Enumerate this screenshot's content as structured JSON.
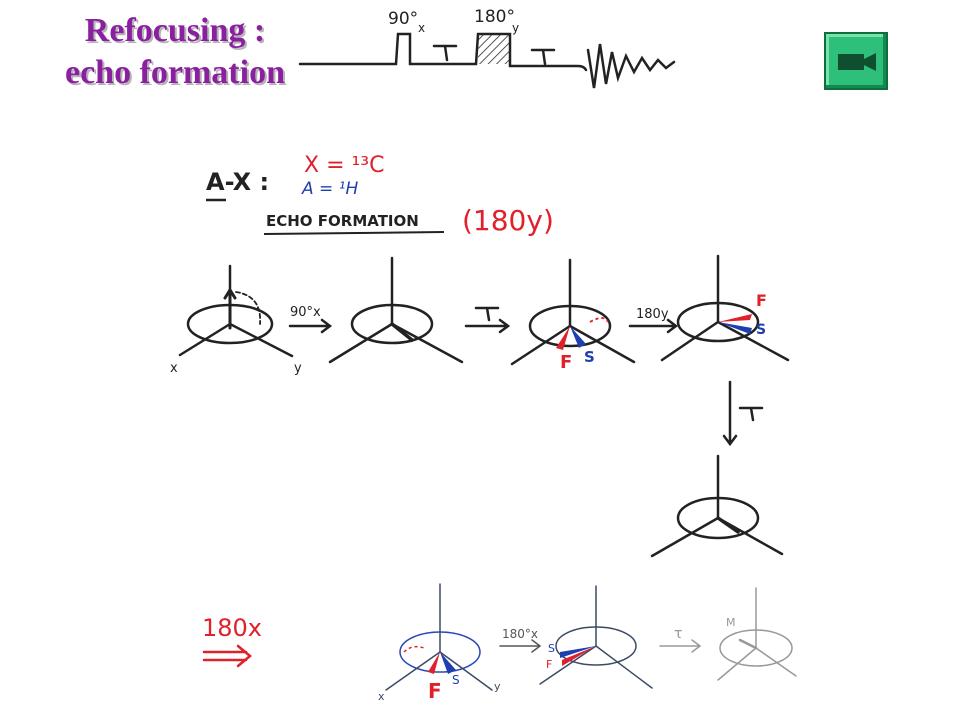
{
  "title": {
    "line1": "Refocusing :",
    "line2": "echo formation",
    "color": "#8a1fa0"
  },
  "pulse_sequence": {
    "pulse1": "90°",
    "pulse1_sub": "x",
    "pulse2": "180°",
    "pulse2_sub": "y",
    "tau": "τ"
  },
  "notes": {
    "spin_system": "A-X :",
    "x_eq": "X = ¹³C",
    "a_eq": "A = ¹H",
    "echo_formation": "ECHO FORMATION",
    "echo_180y": "(180y)",
    "label_180x": "180x"
  },
  "diagram_labels": {
    "axis_x": "x",
    "axis_y": "y",
    "arrow_90x": "90°x",
    "arrow_tau": "τ",
    "arrow_180y": "180y",
    "fast": "F",
    "slow": "S",
    "slow2": "S",
    "fast_bottom": "F",
    "slow_bottom": "S",
    "arrow_180x_bottom": "180°x",
    "arrow_tau_bottom": "τ",
    "bottom_m": "M"
  },
  "icons": {
    "video_button": "video-camera-icon"
  },
  "colors": {
    "ink": "#222222",
    "red": "#e0202a",
    "blue": "#1f3fb0",
    "button_green": "#2ec07a"
  }
}
